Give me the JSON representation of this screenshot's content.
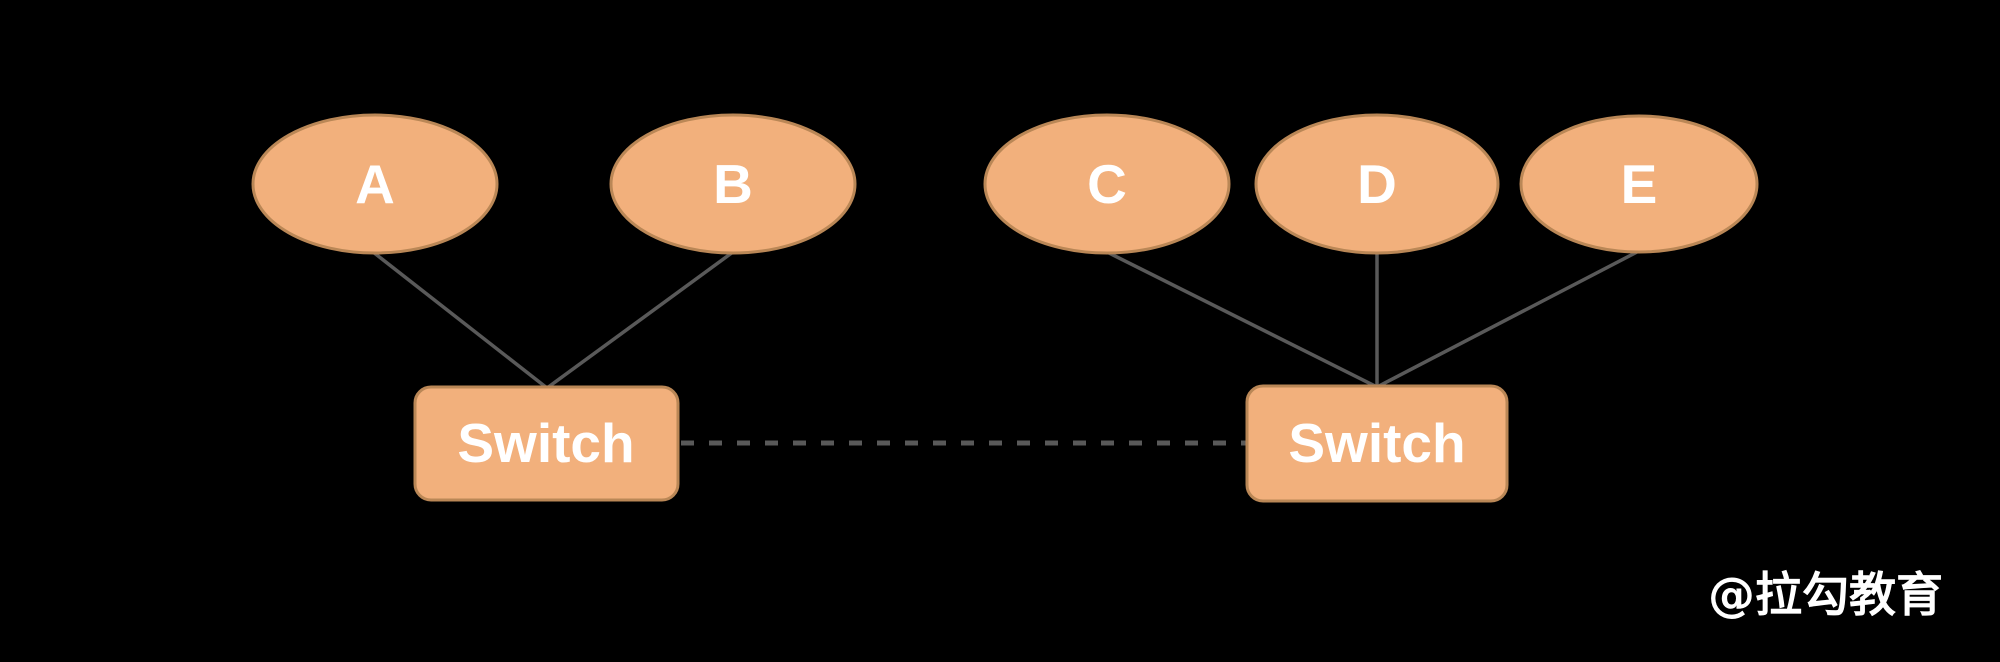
{
  "diagram": {
    "type": "network-topology",
    "hosts": [
      {
        "id": "A",
        "label": "A",
        "connected_to": "switch-1"
      },
      {
        "id": "B",
        "label": "B",
        "connected_to": "switch-1"
      },
      {
        "id": "C",
        "label": "C",
        "connected_to": "switch-2"
      },
      {
        "id": "D",
        "label": "D",
        "connected_to": "switch-2"
      },
      {
        "id": "E",
        "label": "E",
        "connected_to": "switch-2"
      }
    ],
    "switches": [
      {
        "id": "switch-1",
        "label": "Switch"
      },
      {
        "id": "switch-2",
        "label": "Switch"
      }
    ],
    "links": [
      {
        "from": "A",
        "to": "switch-1",
        "style": "solid"
      },
      {
        "from": "B",
        "to": "switch-1",
        "style": "solid"
      },
      {
        "from": "C",
        "to": "switch-2",
        "style": "solid"
      },
      {
        "from": "D",
        "to": "switch-2",
        "style": "solid"
      },
      {
        "from": "E",
        "to": "switch-2",
        "style": "solid"
      },
      {
        "from": "switch-1",
        "to": "switch-2",
        "style": "dashed"
      }
    ],
    "watermark": "@拉勾教育"
  },
  "colors": {
    "background": "#000000",
    "node_fill": "#F2B07C",
    "node_border": "#BA8756",
    "link": "#595959",
    "label_text": "#FFFFFF",
    "watermark_text": "#FFFFFF"
  }
}
